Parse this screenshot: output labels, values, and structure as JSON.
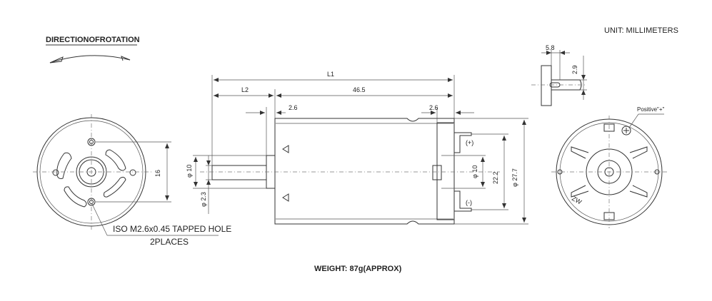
{
  "header": {
    "direction_label": "DIRECTIONOFROTATION",
    "units_label": "UNIT: MILLIMETERS"
  },
  "dimensions": {
    "l1": "L1",
    "l2": "L2",
    "length_46_5": "46.5",
    "left_2_6": "2.6",
    "right_2_6": "2.6",
    "shaft_dia_10": "φ 10",
    "shaft_2_3": "φ 2.3",
    "hole_spacing_16": "16",
    "boss_dia_10": "φ 10",
    "terminal_22_2": "22.2",
    "body_dia_27_7": "φ 27.7",
    "tab_5_8": "5.8",
    "tab_2_9": "2.9",
    "plus_mark": "(+)",
    "minus_mark": "(-)"
  },
  "notes": {
    "tapped_hole_line1": "ISO M2.6x0.45 TAPPED HOLE",
    "tapped_hole_line2": "2PLACES",
    "positive_label": "Positive\"+\"",
    "weight": "WEIGHT: 87g(APPROX)",
    "back_marking": "ZW"
  }
}
